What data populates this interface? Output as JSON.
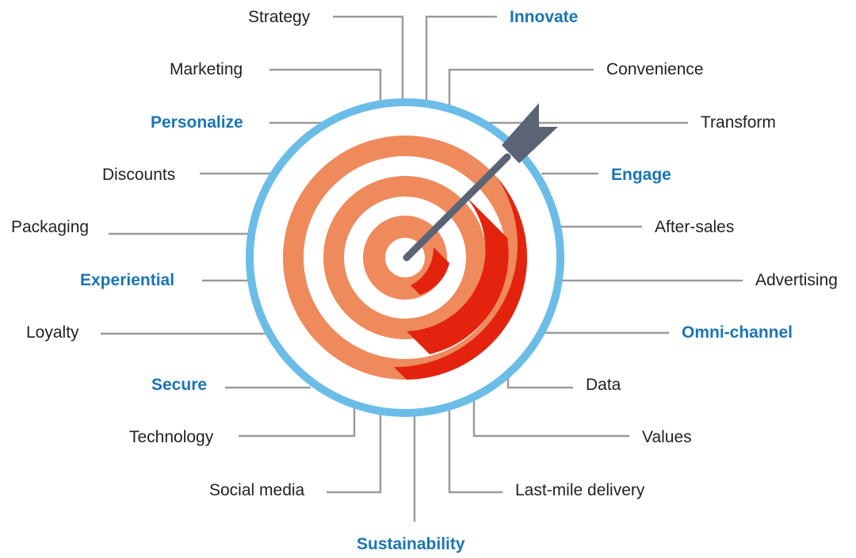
{
  "colors": {
    "ring": "#6bbde8",
    "target_light": "#ee8a5c",
    "target_dark": "#e4230f",
    "arrow": "#5b6474",
    "connector": "#9a9a9a",
    "label": "#222222",
    "emphasis_label": "#1b75b3"
  },
  "labels": {
    "strategy": "Strategy",
    "innovate": "Innovate",
    "marketing": "Marketing",
    "convenience": "Convenience",
    "personalize": "Personalize",
    "transform": "Transform",
    "discounts": "Discounts",
    "engage": "Engage",
    "packaging": "Packaging",
    "after_sales": "After-sales",
    "experiential": "Experiential",
    "advertising": "Advertising",
    "loyalty": "Loyalty",
    "omni_channel": "Omni-channel",
    "secure": "Secure",
    "data": "Data",
    "technology": "Technology",
    "values": "Values",
    "social_media": "Social media",
    "last_mile_delivery": "Last-mile delivery",
    "sustainability": "Sustainability"
  },
  "icons": {
    "target": "bullseye-target-icon",
    "arrow": "dart-arrow-icon"
  }
}
